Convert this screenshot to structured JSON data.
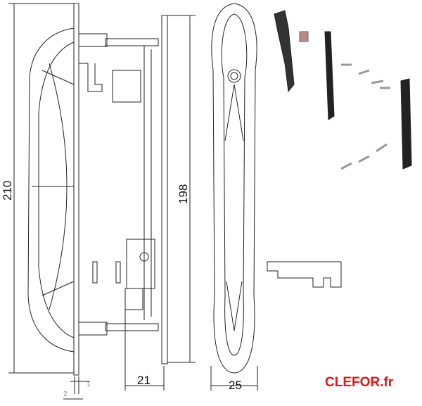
{
  "dimensions": {
    "total_height": "210",
    "plate_height": "198",
    "depth": "21",
    "width": "25",
    "plate_thickness": "2",
    "offset": "1"
  },
  "brand": "CLEFOR.fr",
  "colors": {
    "brand": "#e8141c",
    "line": "#222222"
  }
}
